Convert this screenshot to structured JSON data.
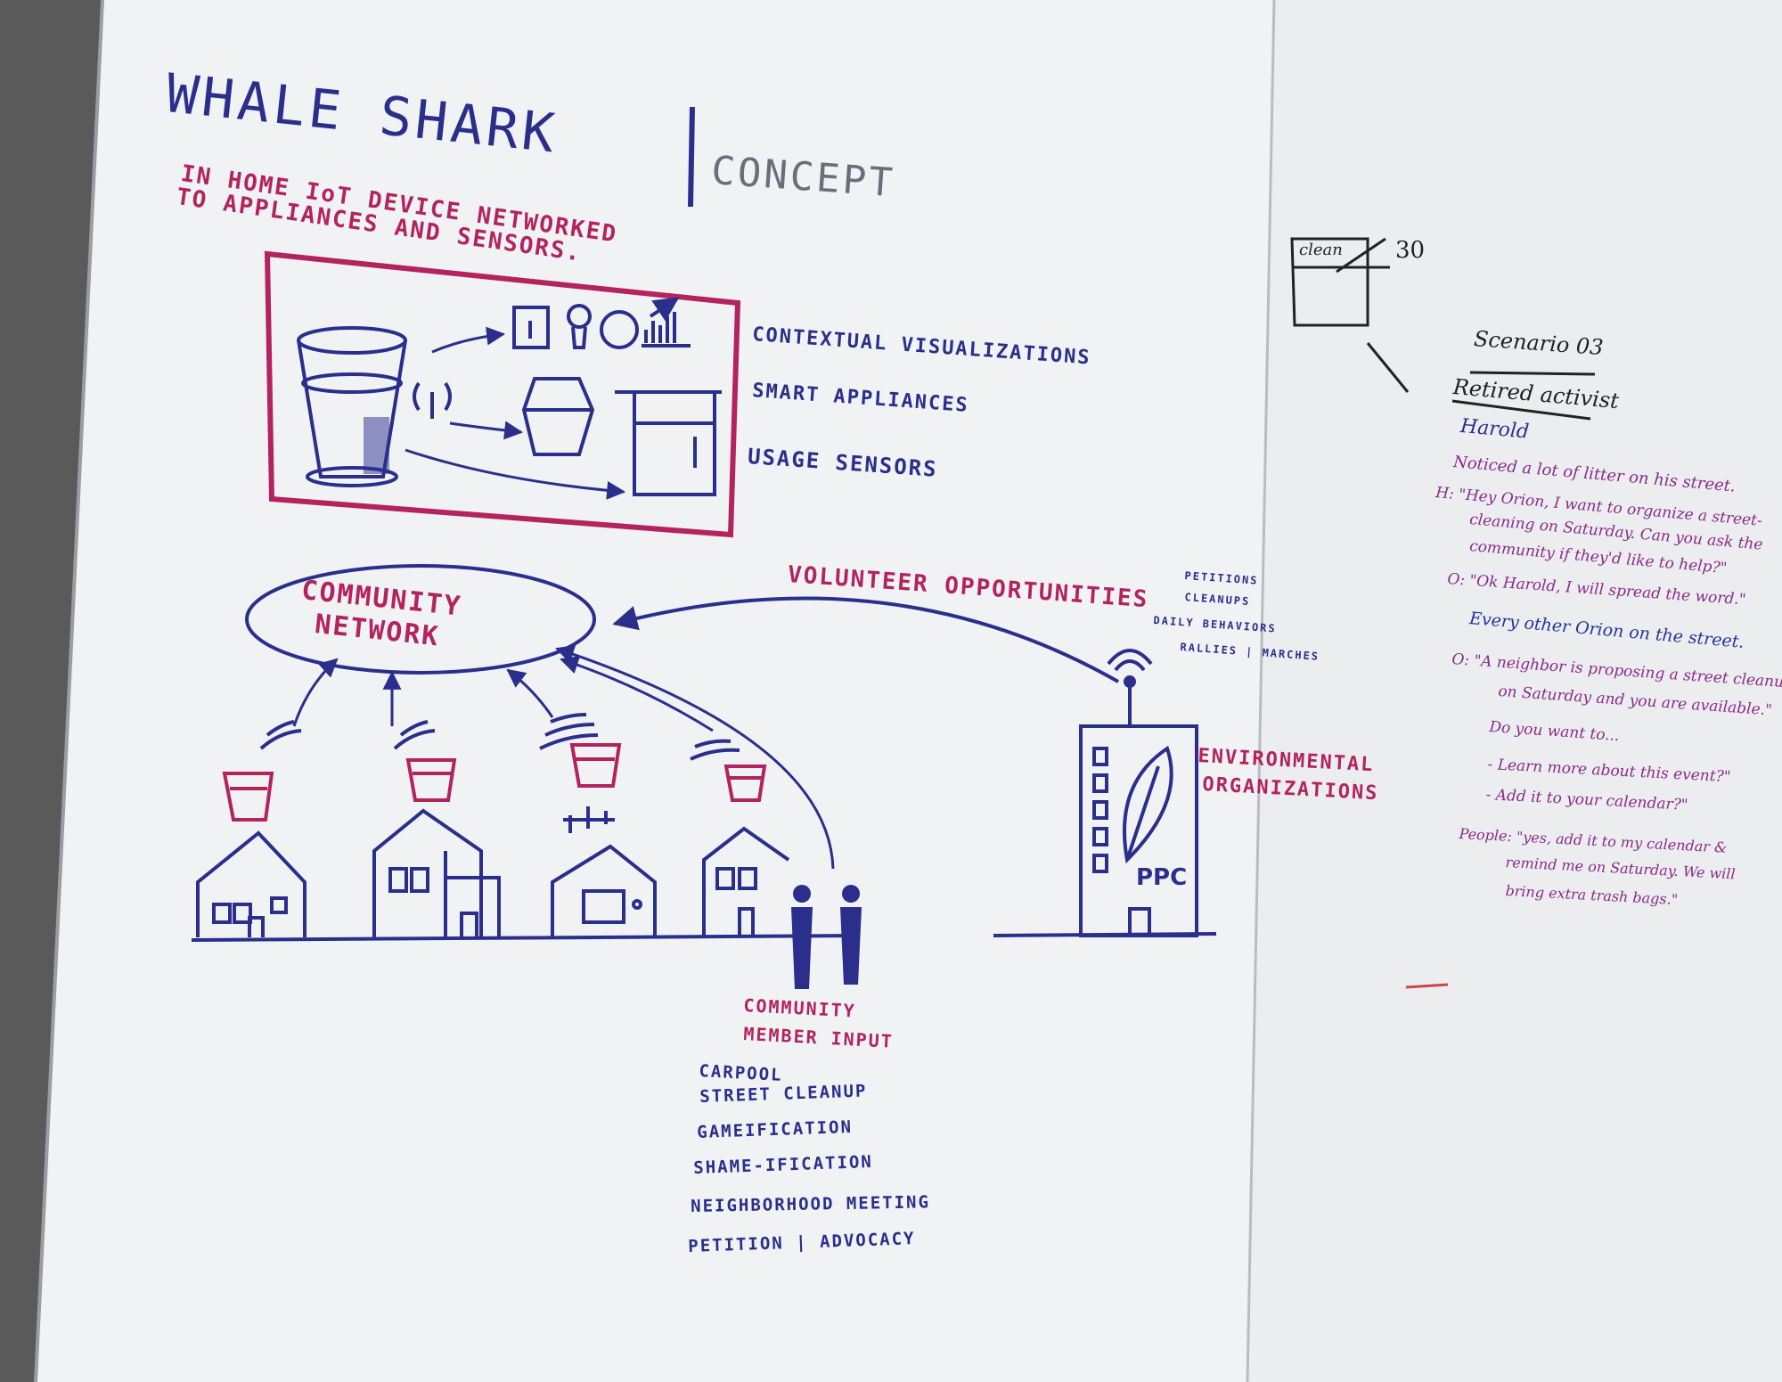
{
  "colors": {
    "navy": "#2a2f8c",
    "magenta": "#b3245e",
    "purple": "#8a2a8c",
    "blue": "#24359a",
    "board": "#f2f3f5"
  },
  "header": {
    "title": "WHALE SHARK",
    "subtitle": "CONCEPT",
    "description_line1": "IN HOME IoT DEVICE NETWORKED",
    "description_line2": "TO APPLIANCES AND SENSORS."
  },
  "device_box": {
    "labels": [
      "CONTEXTUAL VISUALIZATIONS",
      "SMART APPLIANCES",
      "USAGE SENSORS"
    ]
  },
  "network": {
    "label_line1": "COMMUNITY",
    "label_line2": "NETWORK",
    "volunteer_label": "VOLUNTEER OPPORTUNITIES",
    "volunteer_items": [
      "PETITIONS",
      "CLEANUPS",
      "DAILY BEHAVIORS",
      "RALLIES | MARCHES"
    ]
  },
  "organization": {
    "label_line1": "ENVIRONMENTAL",
    "label_line2": "ORGANIZATIONS",
    "building_sign": "PPC"
  },
  "member_input": {
    "label_line1": "COMMUNITY",
    "label_line2": "MEMBER INPUT",
    "items": [
      "CARPOOL",
      "STREET CLEANUP",
      "GAMEIFICATION",
      "SHAME-IFICATION",
      "NEIGHBORHOOD MEETING",
      "PETITION | ADVOCACY"
    ]
  },
  "sketch": {
    "box_label": "clean",
    "number": "30"
  },
  "scenario": {
    "title": "Scenario 03",
    "persona": "Retired activist",
    "name": "Harold",
    "lines": [
      "Noticed a lot of litter on his street.",
      "H: \"Hey Orion, I want to organize a street-",
      "cleaning on Saturday. Can you ask the",
      "community if they'd like to help?\"",
      "O: \"Ok Harold, I will spread the word.\"",
      "Every other Orion on the street.",
      "O: \"A neighbor is proposing a street cleanup",
      "on Saturday and you are available.\"",
      "Do you want to...",
      "- Learn more about this event?\"",
      "- Add it to your calendar?\"",
      "People: \"yes, add it to my calendar &",
      "remind me on Saturday. We will",
      "bring extra trash bags.\""
    ]
  }
}
